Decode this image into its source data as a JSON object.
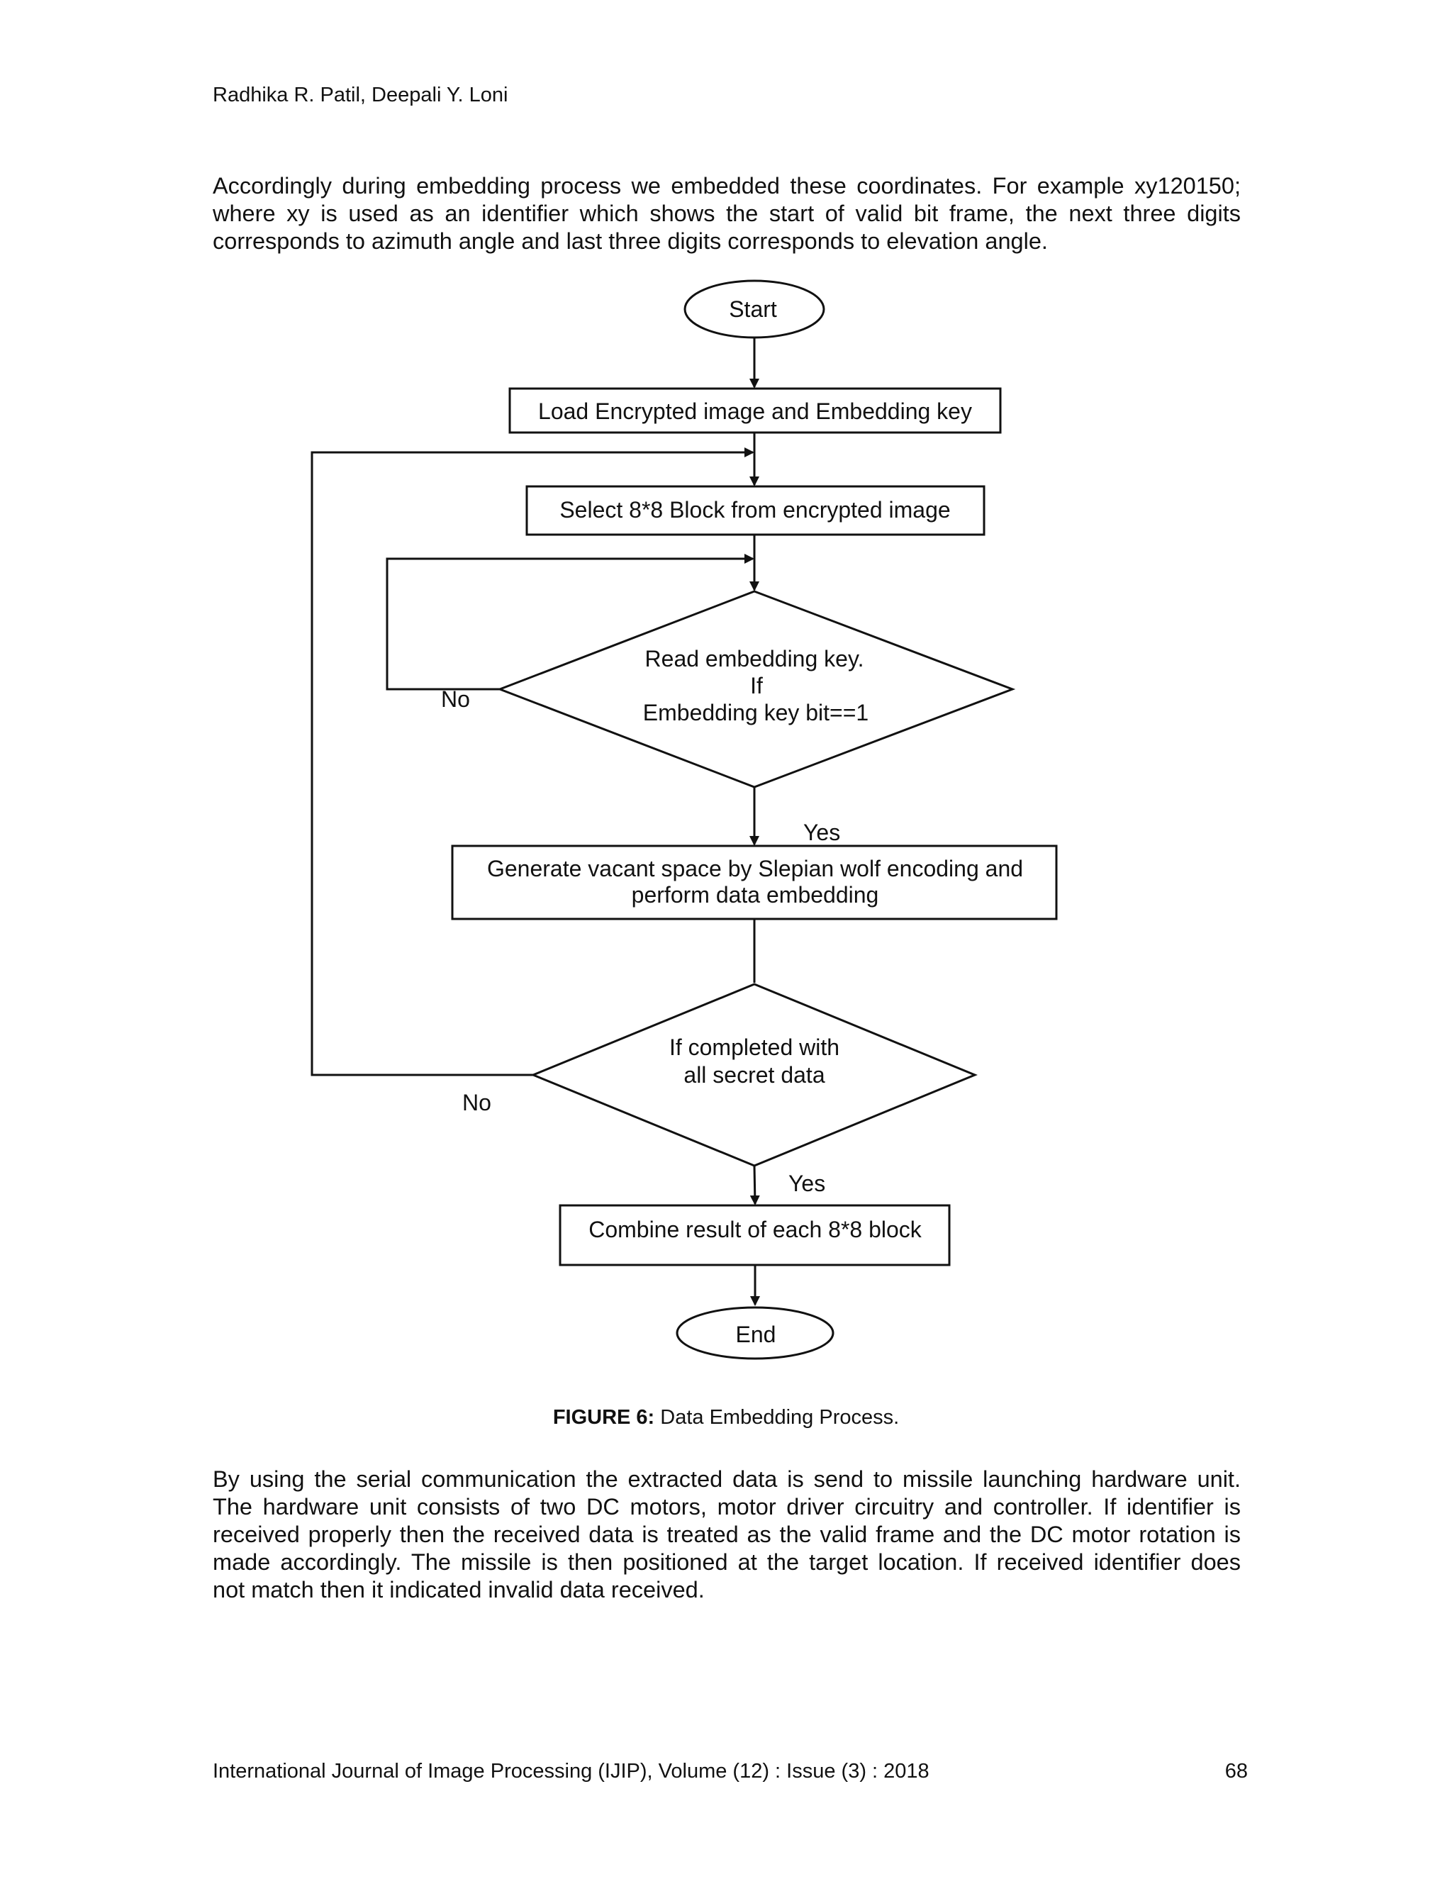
{
  "header": {
    "authors": "Radhika R. Patil, Deepali Y. Loni"
  },
  "paragraph1": {
    "lines": [
      "Accordingly during embedding process we embedded these coordinates. For example xy120150;",
      "where xy is used as an identifier which shows the start of valid bit frame, the next three digits",
      "corresponds to azimuth angle and last three digits corresponds to elevation angle."
    ]
  },
  "flowchart": {
    "start": "Start",
    "load": "Load Encrypted image and Embedding key",
    "select": "Select 8*8 Block from encrypted image",
    "decision1": [
      "Read embedding key.",
      "If",
      "Embedding key bit==1"
    ],
    "decision1_no": "No",
    "decision1_yes": "Yes",
    "generate": [
      "Generate vacant space by Slepian wolf encoding and",
      "perform data embedding"
    ],
    "decision2": [
      "If completed with",
      "all secret data"
    ],
    "decision2_no": "No",
    "decision2_yes": "Yes",
    "combine": "Combine result of each 8*8 block",
    "end": "End"
  },
  "caption": {
    "label": "FIGURE 6:",
    "text": " Data Embedding Process."
  },
  "paragraph2": {
    "lines": [
      "By using the serial communication the extracted data is send to missile launching hardware unit.",
      "The hardware unit consists of two DC motors, motor driver circuitry and controller. If identifier is",
      "received properly then the received data is treated as the valid frame and the DC motor rotation is",
      "made accordingly. The missile is then positioned at the target location. If received identifier does",
      "not match then it indicated invalid data received."
    ]
  },
  "footer": {
    "journal": "International Journal of Image Processing (IJIP), Volume (12) : Issue (3) : 2018",
    "page": "68"
  }
}
